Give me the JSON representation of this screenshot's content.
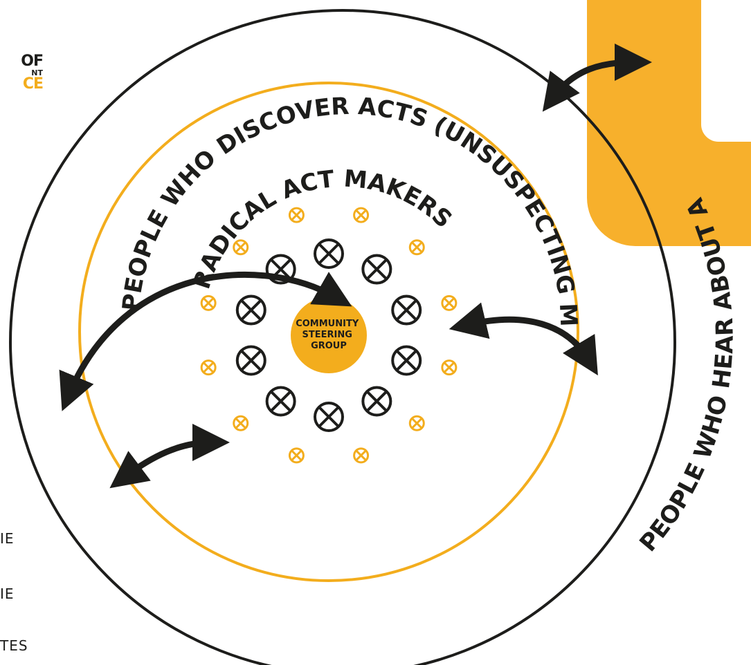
{
  "logo": {
    "line1": "OF",
    "line2": "NT",
    "line3": "CE"
  },
  "side_texts": [
    "IE",
    "IE",
    "TES"
  ],
  "diagram": {
    "outer_ring_label_1": "PEOPLE WHO DISCOVER ACTS (UNSUSPECTING MEMBERS OF THE PUBLIC)",
    "outer_ring_label_2": "PEOPLE WHO HEAR ABOUT ACTS",
    "inner_ring_label": "RADICAL ACT MAKERS",
    "center_label_lines": [
      "COMMUNITY",
      "STEERING",
      "GROUP"
    ]
  },
  "colors": {
    "accent": "#f3ad1d",
    "ink": "#1d1d1b",
    "blob": "#f7b02c"
  }
}
